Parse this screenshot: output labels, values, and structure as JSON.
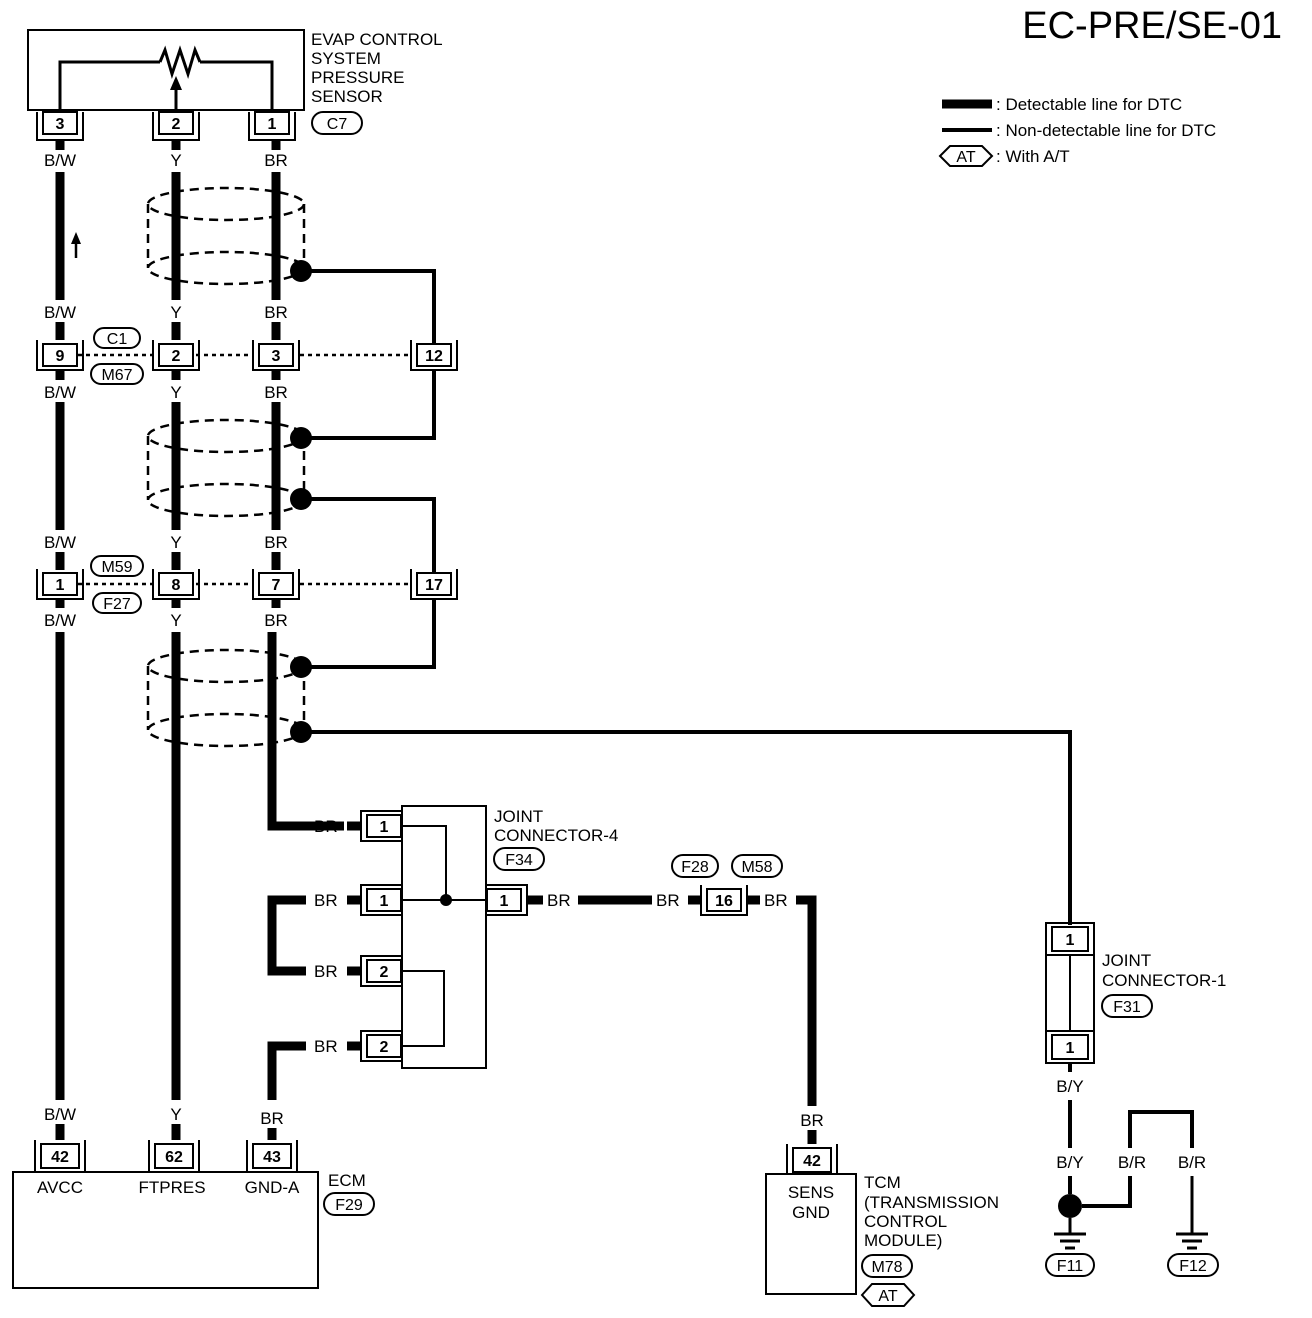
{
  "title": "EC-PRE/SE-01",
  "legend": {
    "detectable": ": Detectable line for DTC",
    "nondetectable": ": Non-detectable line for DTC",
    "at_symbol": "AT",
    "with_at": ": With A/T"
  },
  "sensor": {
    "label_lines": [
      "EVAP CONTROL",
      "SYSTEM",
      "PRESSURE",
      "SENSOR"
    ],
    "connector": "C7",
    "pins": [
      "3",
      "2",
      "1"
    ]
  },
  "wires": {
    "bw": "B/W",
    "y": "Y",
    "br": "BR",
    "by": "B/Y",
    "brr": "B/R"
  },
  "junction_c1": {
    "code_top": "C1",
    "code_bottom": "M67",
    "pins": [
      "9",
      "2",
      "3",
      "12"
    ]
  },
  "junction_m59": {
    "code_top": "M59",
    "code_bottom": "F27",
    "pins": [
      "1",
      "8",
      "7",
      "17"
    ]
  },
  "joint4": {
    "label_lines": [
      "JOINT",
      "CONNECTOR-4"
    ],
    "code": "F34",
    "left_pins": [
      "1",
      "1",
      "2",
      "2"
    ],
    "right_pin": "1"
  },
  "f28m58": {
    "code_left": "F28",
    "code_right": "M58",
    "pin": "16"
  },
  "joint1": {
    "label_lines": [
      "JOINT",
      "CONNECTOR-1"
    ],
    "code": "F31",
    "pin_top": "1",
    "pin_bottom": "1"
  },
  "ecm": {
    "label": "ECM",
    "code": "F29",
    "pins": [
      "42",
      "62",
      "43"
    ],
    "terminals": [
      "AVCC",
      "FTPRES",
      "GND-A"
    ]
  },
  "tcm": {
    "pin": "42",
    "terminal_lines": [
      "SENS",
      "GND"
    ],
    "label_lines": [
      "TCM",
      "(TRANSMISSION",
      "CONTROL",
      "MODULE)"
    ],
    "code": "M78",
    "at_symbol": "AT"
  },
  "grounds": [
    "F11",
    "F12"
  ]
}
